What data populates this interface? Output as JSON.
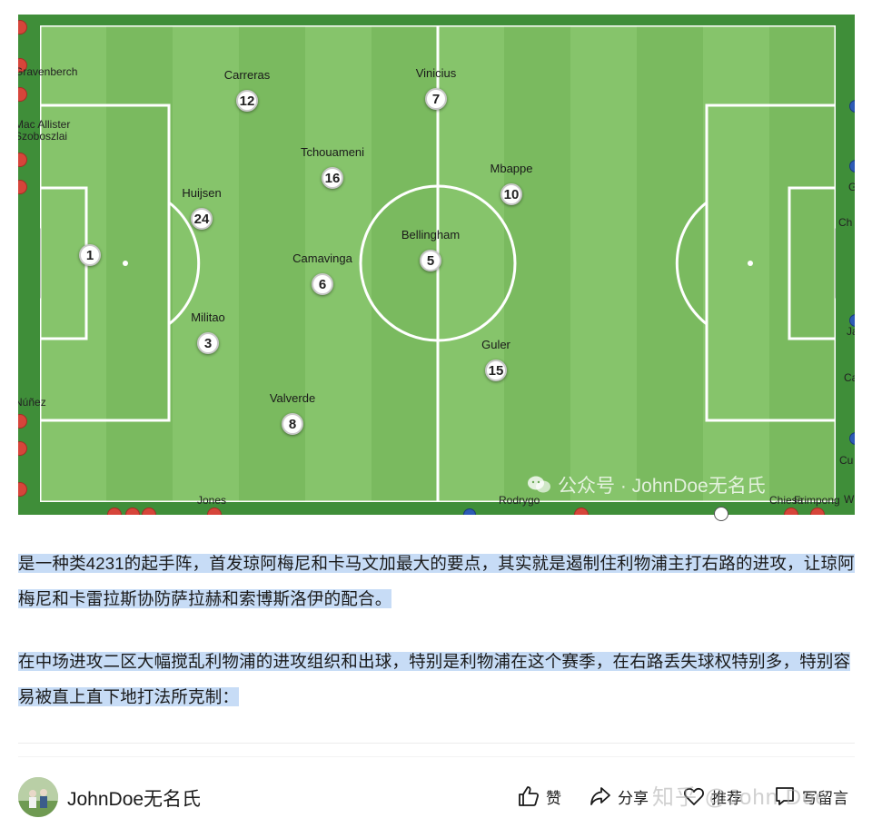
{
  "pitch": {
    "players": [
      {
        "number": "1",
        "name": ""
      },
      {
        "number": "12",
        "name": "Carreras"
      },
      {
        "number": "7",
        "name": "Vinicius"
      },
      {
        "number": "16",
        "name": "Tchouameni"
      },
      {
        "number": "10",
        "name": "Mbappe"
      },
      {
        "number": "24",
        "name": "Huijsen"
      },
      {
        "number": "5",
        "name": "Bellingham"
      },
      {
        "number": "6",
        "name": "Camavinga"
      },
      {
        "number": "3",
        "name": "Militao"
      },
      {
        "number": "15",
        "name": "Guler"
      },
      {
        "number": "8",
        "name": "Valverde"
      }
    ],
    "bottom_names": [
      "Jones",
      "Rodrygo",
      "Chiesa",
      "Frimpong"
    ],
    "left_edge_labels": [
      "Gravenberch",
      "Mac Allister",
      "Szoboszlai",
      "Núñez"
    ],
    "right_edge_labels": [
      "Ga",
      "Ch",
      "Ja",
      "Ca",
      "Cu",
      "W"
    ],
    "watermark": "公众号 · JohnDoe无名氏",
    "colors": {
      "pitch_light": "#86c46b",
      "pitch_dark": "#76b55c",
      "lines": "#ffffff"
    }
  },
  "article": {
    "paragraph1": "是一种类4231的起手阵，首发琼阿梅尼和卡马文加最大的要点，其实就是遏制住利物浦主打右路的进攻，让琼阿梅尼和卡雷拉斯协防萨拉赫和索博斯洛伊的配合。",
    "paragraph2": "在中场进攻二区大幅搅乱利物浦的进攻组织和出球，特别是利物浦在这个赛季，在右路丢失球权特别多，特别容易被直上直下地打法所克制："
  },
  "footer": {
    "author": "JohnDoe无名氏",
    "like_label": "赞",
    "share_label": "分享",
    "recommend_label": "推荐",
    "comment_label": "写留言",
    "platform_watermark": "知乎 @John Doe"
  }
}
